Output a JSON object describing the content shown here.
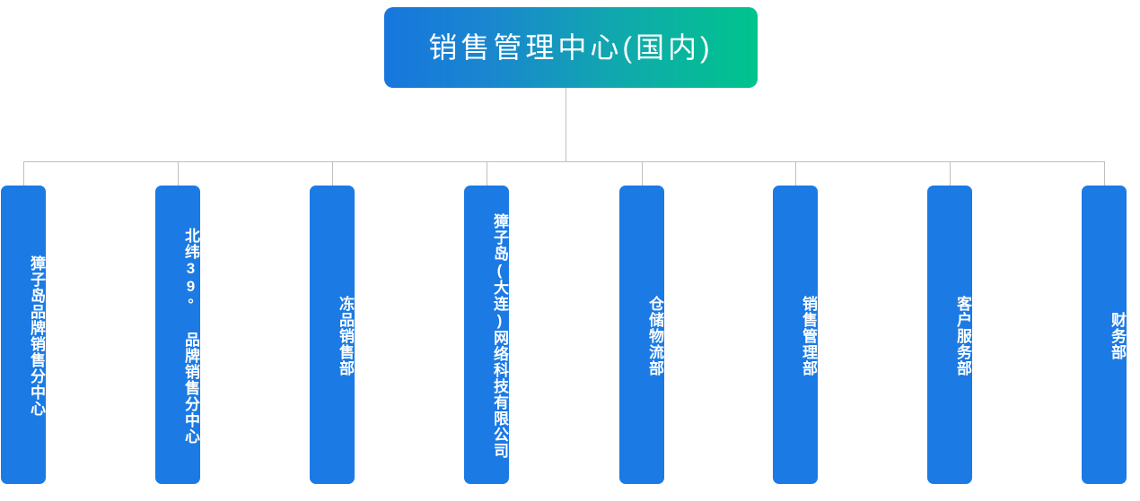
{
  "chart_type": "org-chart",
  "colors": {
    "root_gradient_start": "#1677dd",
    "root_gradient_end": "#00c48c",
    "child_fill": "#1b7ae4",
    "connector": "#bfbfbf",
    "node_text": "#ffffff",
    "background": "#ffffff"
  },
  "root": {
    "label": "销售管理中心(国内)"
  },
  "children": [
    {
      "label": "獐子岛品牌销售分中心"
    },
    {
      "label": "北纬39° 品牌销售分中心"
    },
    {
      "label": "冻品销售部"
    },
    {
      "label": "獐子岛(大连)网络科技有限公司"
    },
    {
      "label": "仓储物流部"
    },
    {
      "label": "销售管理部"
    },
    {
      "label": "客户服务部"
    },
    {
      "label": "财务部"
    }
  ]
}
